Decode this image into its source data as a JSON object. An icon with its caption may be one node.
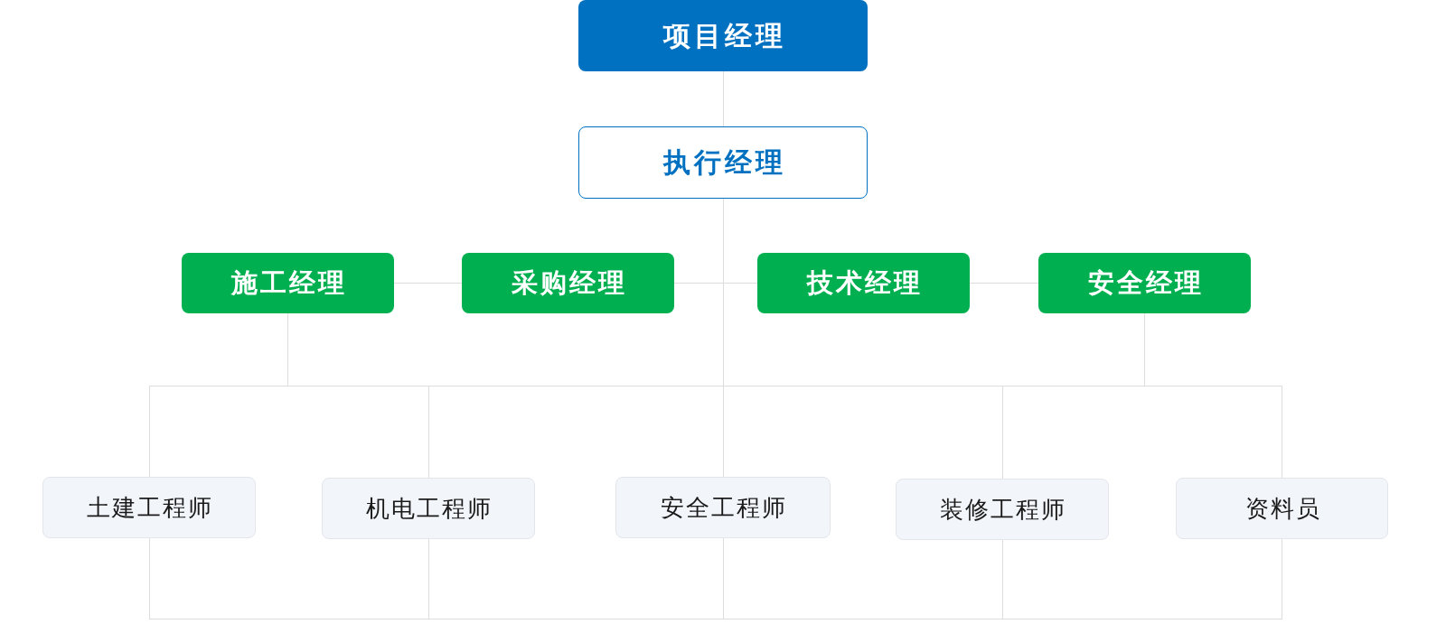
{
  "diagram": {
    "nodes": [
      {
        "text": [
          "项目经理"
        ]
      },
      {
        "text": [
          "执行经理"
        ]
      },
      {
        "text": [
          "施工经理"
        ]
      },
      {
        "text": [
          "采购经理"
        ]
      },
      {
        "text": [
          "技术经理"
        ]
      },
      {
        "text": [
          "安全经理"
        ]
      },
      {
        "text": [
          "土建工程师"
        ]
      },
      {
        "text": [
          "机电工程师"
        ]
      },
      {
        "text": [
          "安全工程师"
        ]
      },
      {
        "text": [
          "装修工程师"
        ]
      },
      {
        "text": [
          "资料员"
        ]
      }
    ],
    "edges": [
      {
        "from": 0,
        "to": 1,
        "arrow": "none"
      },
      {
        "from": 1,
        "to": 3,
        "arrow": "none"
      },
      {
        "from": 1,
        "to": 4,
        "arrow": "none"
      },
      {
        "from": 2,
        "to": 3,
        "arrow": "none"
      },
      {
        "from": 4,
        "to": 5,
        "arrow": "none"
      },
      {
        "from": 1,
        "to": 6,
        "arrow": "none"
      },
      {
        "from": 1,
        "to": 7,
        "arrow": "none"
      },
      {
        "from": 1,
        "to": 8,
        "arrow": "none"
      },
      {
        "from": 1,
        "to": 9,
        "arrow": "none"
      },
      {
        "from": 1,
        "to": 10,
        "arrow": "none"
      },
      {
        "from": 2,
        "to": 6,
        "arrow": "none"
      },
      {
        "from": 2,
        "to": 7,
        "arrow": "none"
      },
      {
        "from": 2,
        "to": 8,
        "arrow": "none"
      },
      {
        "from": 2,
        "to": 9,
        "arrow": "none"
      },
      {
        "from": 2,
        "to": 10,
        "arrow": "none"
      },
      {
        "from": 5,
        "to": 6,
        "arrow": "none"
      },
      {
        "from": 5,
        "to": 7,
        "arrow": "none"
      },
      {
        "from": 5,
        "to": 8,
        "arrow": "none"
      },
      {
        "from": 5,
        "to": 9,
        "arrow": "none"
      },
      {
        "from": 5,
        "to": 10,
        "arrow": "none"
      },
      {
        "from": 6,
        "to": 7,
        "arrow": "none"
      },
      {
        "from": 7,
        "to": 8,
        "arrow": "none"
      },
      {
        "from": 8,
        "to": 9,
        "arrow": "none"
      },
      {
        "from": 9,
        "to": 10,
        "arrow": "none"
      }
    ]
  }
}
